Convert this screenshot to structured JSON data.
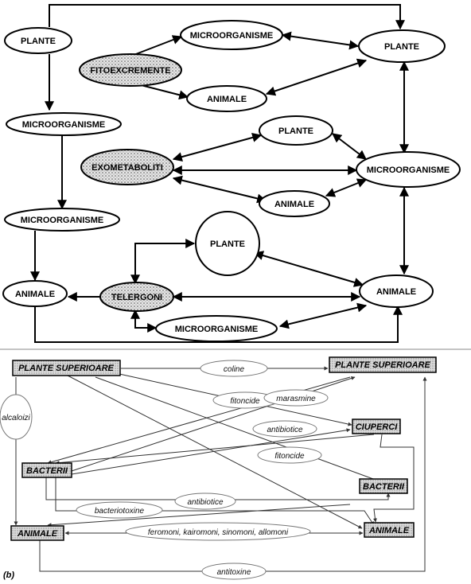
{
  "top": {
    "plante_left": "PLANTE",
    "micro_left1": "MICROORGANISME",
    "micro_left2": "MICROORGANISME",
    "animale_left": "ANIMALE",
    "fitoexcremente": "FITOEXCREMENTE",
    "micro_top": "MICROORGANISME",
    "animale_top": "ANIMALE",
    "plante_right": "PLANTE",
    "plante_mid": "PLANTE",
    "exometaboliti": "EXOMETABOLITI",
    "micro_right": "MICROORGANISME",
    "animale_mid": "ANIMALE",
    "plante_circle": "PLANTE",
    "telergoni": "TELERGONI",
    "animale_right": "ANIMALE",
    "micro_bottom": "MICROORGANISME"
  },
  "bottom": {
    "label": "(b)",
    "boxes": {
      "plante_sup_left": "PLANTE SUPERIOARE",
      "plante_sup_right": "PLANTE SUPERIOARE",
      "ciuperci": "CIUPERCI",
      "bacterii_left": "BACTERII",
      "bacterii_right": "BACTERII",
      "animale_left": "ANIMALE",
      "animale_right": "ANIMALE"
    },
    "ovals": {
      "coline": "coline",
      "fitoncide1": "fitoncide",
      "marasmine": "marasmine",
      "alcaloizi": "alcaloizi",
      "antibiotice1": "antibiotice",
      "fitoncide2": "fitoncide",
      "antibiotice2": "antibiotice",
      "bacteriotoxine": "bacteriotoxine",
      "feromoni": "feromoni, kairomoni, sinomoni, allomoni",
      "antitoxine": "antitoxine"
    }
  }
}
